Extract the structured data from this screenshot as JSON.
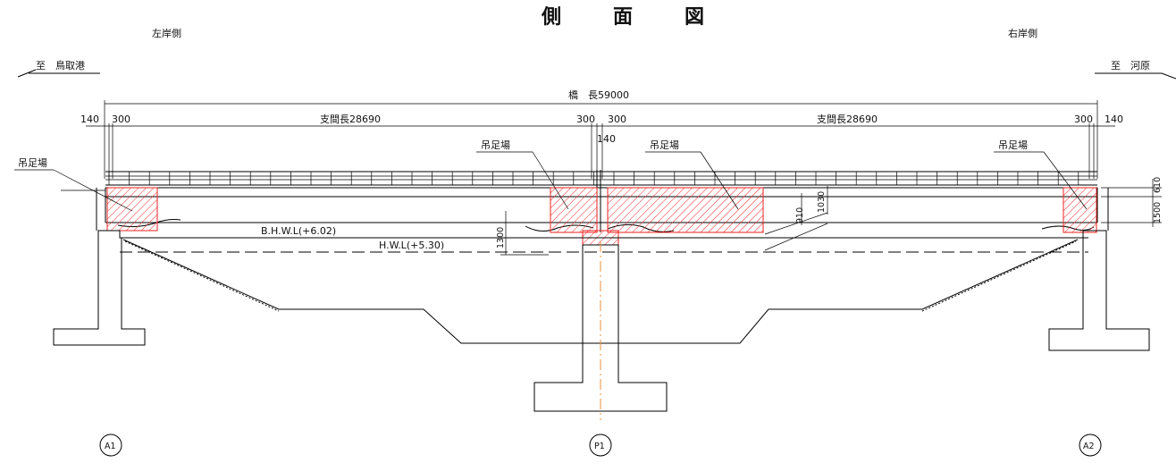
{
  "title": "側　面　図",
  "left_bank": "左岸側",
  "right_bank": "右岸側",
  "to_left": "至　鳥取港",
  "to_right": "至　河原",
  "bridge_length": "橋　長59000",
  "span_length_1": "支間長28690",
  "span_length_2": "支間長28690",
  "dims": {
    "d140_left": "140",
    "d300_a": "300",
    "d300_b": "300",
    "d300_c": "300",
    "d140_mid": "140",
    "d300_d": "300",
    "d140_right": "140",
    "d610": "610",
    "d1500": "1500",
    "d1300": "1300",
    "d910": "910",
    "d1030": "1030"
  },
  "scaffold_labels": [
    "吊足場",
    "吊足場",
    "吊足場",
    "吊足場"
  ],
  "water_levels": {
    "bhwl": "B.H.W.L(+6.02)",
    "hwl": "H.W.L(+5.30)"
  },
  "supports": [
    "A1",
    "P1",
    "A2"
  ],
  "colors": {
    "scaffold": "#e22222",
    "centerline": "#e8903a",
    "lines": "#000000"
  }
}
